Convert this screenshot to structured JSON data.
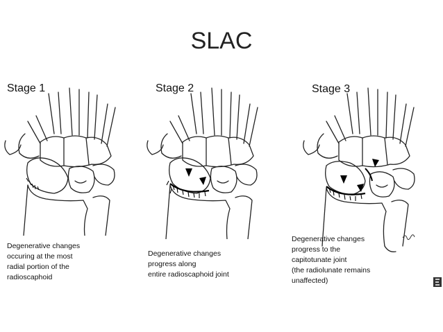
{
  "title": "SLAC",
  "stages": [
    {
      "label": "Stage 1",
      "caption": [
        "Degenerative changes",
        "occuring at the most",
        "radial portion of the",
        "radioscaphoid"
      ]
    },
    {
      "label": "Stage 2",
      "caption": [
        "Degenerative changes",
        "progress along",
        "entire radioscaphoid joint"
      ]
    },
    {
      "label": "Stage 3",
      "caption": [
        "Degenerative changes",
        "progress to the",
        "capitotunate joint",
        "(the radiolunate remains",
        "unaffected)"
      ]
    }
  ]
}
